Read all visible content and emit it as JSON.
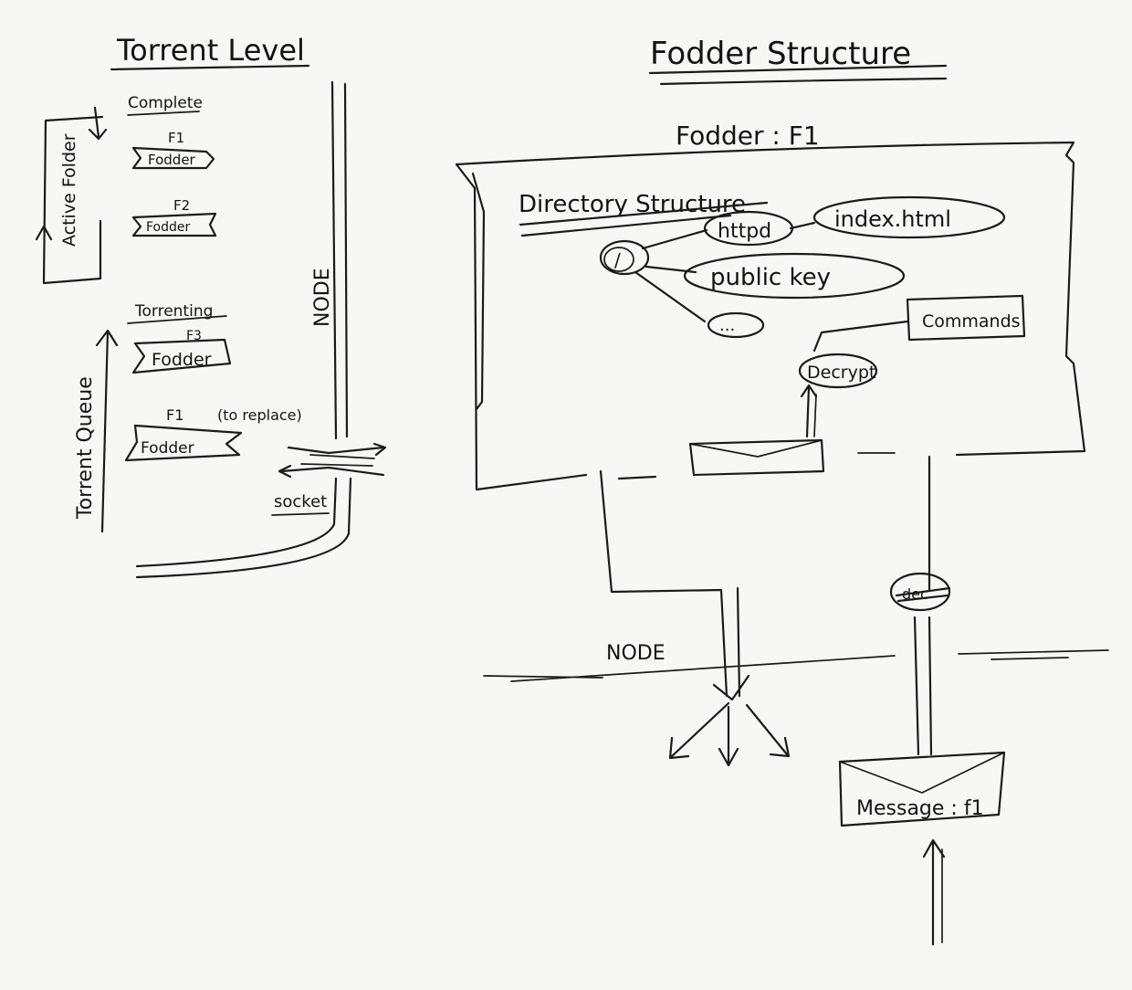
{
  "left_panel": {
    "title": "Torrent Level",
    "complete_label": "Complete",
    "active_folder_label": "Active Folder",
    "folders_complete": [
      {
        "id": "F1",
        "label": "Fodder"
      },
      {
        "id": "F2",
        "label": "Fodder"
      }
    ],
    "torrenting_label": "Torrenting",
    "torrent_queue_label": "Torrent Queue",
    "folders_torrenting": [
      {
        "id": "F3",
        "label": "Fodder"
      },
      {
        "id": "F1",
        "label": "Fodder",
        "note": "(to replace)"
      }
    ],
    "node_label": "NODE",
    "socket_label": "socket"
  },
  "right_panel": {
    "title": "Fodder Structure",
    "container_label": "Fodder : F1",
    "directory_structure_label": "Directory Structure",
    "root_label": "/",
    "nodes": {
      "httpd": "httpd",
      "index": "index.html",
      "public_key": "public key",
      "more": "...",
      "commands": "Commands",
      "decrypt": "Decrypt",
      "dec_struck": "dec"
    },
    "node_label": "NODE",
    "message_label": "Message : f1"
  }
}
